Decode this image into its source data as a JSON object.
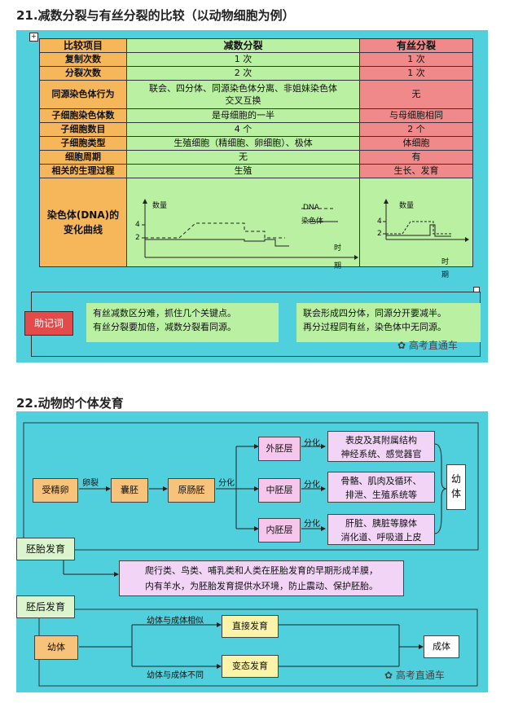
{
  "sec21": {
    "title": "21.减数分裂与有丝分裂的比较（以动物细胞为例）",
    "headers": [
      "比较项目",
      "减数分裂",
      "有丝分裂"
    ],
    "rows": [
      {
        "item": "复制次数",
        "meiosis": "1 次",
        "mitosis": "1 次"
      },
      {
        "item": "分裂次数",
        "meiosis": "2 次",
        "mitosis": "1 次"
      },
      {
        "item": "同源染色体行为",
        "meiosis_line1": "联会、四分体、同源染色体分离、非姐妹染色体",
        "meiosis_line2": "交叉互换",
        "mitosis": "无"
      },
      {
        "item": "子细胞染色体数",
        "meiosis": "是母细胞的一半",
        "mitosis": "与母细胞相同"
      },
      {
        "item": "子细胞数目",
        "meiosis": "4 个",
        "mitosis": "2 个"
      },
      {
        "item": "子细胞类型",
        "meiosis": "生殖细胞（精细胞、卵细胞）、极体",
        "mitosis": "体细胞"
      },
      {
        "item": "细胞周期",
        "meiosis": "无",
        "mitosis": "有"
      },
      {
        "item": "相关的生理过程",
        "meiosis": "生殖",
        "mitosis": "生长、发育"
      }
    ],
    "curve_row": {
      "label_line1": "染色体(DNA)的",
      "label_line2": "变化曲线",
      "y_label": "数量",
      "ytick_4": "4",
      "ytick_2": "2",
      "x_label_1": "时",
      "x_label_2": "期",
      "legend_dna": "DNA",
      "legend_chrom": "染色体"
    },
    "mnemonic": {
      "label": "助记词",
      "left_line1": "有丝减数区分难，抓住几个关键点。",
      "left_line2": "有丝分裂要加倍，减数分裂看同源。",
      "right_line1": "联会形成四分体，同源分开要减半。",
      "right_line2": "再分过程同有丝，染色体中无同源。"
    },
    "watermark": "高考直通车"
  },
  "sec22": {
    "title": "22.动物的个体发育",
    "zygote": "受精卵",
    "cleavage": "卵裂",
    "blastula": "囊胚",
    "gastrula": "原肠胚",
    "differentiation": "分化",
    "ectoderm": "外胚层",
    "mesoderm": "中胚层",
    "endoderm": "内胚层",
    "ecto_out_line1": "表皮及其附属结构",
    "ecto_out_line2": "神经系统、感觉器官",
    "meso_out_line1": "骨骼、肌肉及循环、",
    "meso_out_line2": "排泄、生殖系统等",
    "endo_out_line1": "肝脏、胰脏等腺体",
    "endo_out_line2": "消化道、呼吸道上皮",
    "larva_chars": [
      "幼",
      "体"
    ],
    "embryonic": "胚胎发育",
    "amnion_line1": "爬行类、鸟类、哺乳类和人类在胚胎发育的早期形成羊膜，",
    "amnion_line2": "内有羊水，为胚胎发育提供水环境，防止震动、保护胚胎。",
    "postembryonic": "胚后发育",
    "larva": "幼体",
    "similar": "幼体与成体相似",
    "different": "幼体与成体不同",
    "direct": "直接发育",
    "metamorphosis": "变态发育",
    "adult": "成体",
    "watermark": "高考直通车"
  },
  "colors": {
    "panel": "#4fd0dc",
    "header_orange": "#f6b75a",
    "meiosis_green": "#b9f0a2",
    "mitosis_red": "#f08a8a"
  }
}
